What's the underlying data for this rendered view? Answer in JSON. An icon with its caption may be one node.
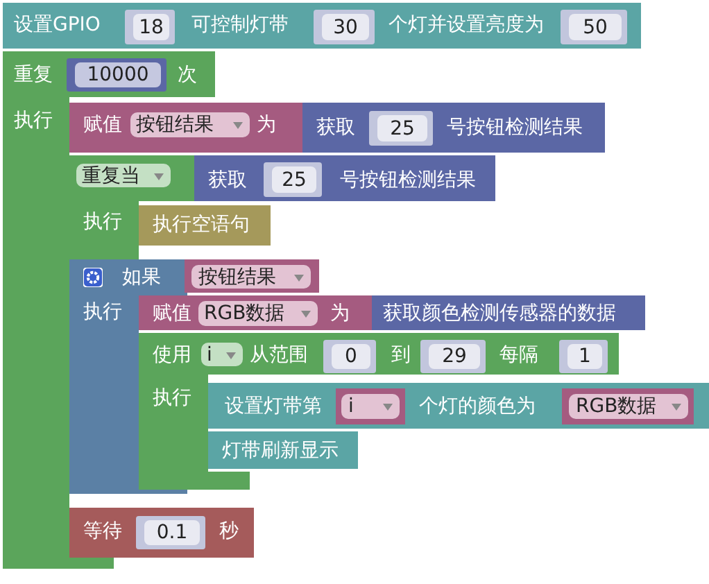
{
  "diagram": {
    "nodes": [
      {
        "text": [
          "设置GPIO",
          "可控制灯带",
          "个灯并设置亮度为"
        ]
      },
      {
        "text": [
          "18"
        ],
        "in": 0
      },
      {
        "text": [
          "30"
        ],
        "in": 0
      },
      {
        "text": [
          "50"
        ],
        "in": 0
      },
      {
        "text": [
          "重复",
          "次",
          "执行"
        ]
      },
      {
        "text": [
          "10000"
        ],
        "in": 4
      },
      {
        "text": [
          "赋值",
          "为"
        ]
      },
      {
        "text": [
          "按钮结果"
        ],
        "in": 6
      },
      {
        "text": [
          "获取",
          "号按钮检测结果"
        ]
      },
      {
        "text": [
          "25"
        ],
        "in": 8
      },
      {
        "text": [
          "执行"
        ],
        "in": 4
      },
      {
        "text": [
          "重复当"
        ],
        "in": 10
      },
      {
        "text": [
          "获取",
          "号按钮检测结果"
        ]
      },
      {
        "text": [
          "25"
        ],
        "in": 12
      },
      {
        "text": [
          "执行空语句"
        ]
      },
      {
        "text": [
          "如果",
          "执行"
        ],
        "in": 4
      },
      {
        "text": [
          "按钮结果"
        ]
      },
      {
        "text": [
          "赋值",
          "为"
        ]
      },
      {
        "text": [
          "RGB数据"
        ],
        "in": 17
      },
      {
        "text": [
          "获取颜色检测传感器的数据"
        ]
      },
      {
        "text": [
          "使用",
          "从范围",
          "到",
          "每隔",
          "执行"
        ]
      },
      {
        "text": [
          "i"
        ],
        "in": 20
      },
      {
        "text": [
          "0"
        ],
        "in": 20
      },
      {
        "text": [
          "29"
        ],
        "in": 20
      },
      {
        "text": [
          "1"
        ],
        "in": 20
      },
      {
        "text": [
          "设置灯带第",
          "个灯的颜色为"
        ]
      },
      {
        "text": [
          "i"
        ],
        "in": 25
      },
      {
        "text": [
          "RGB数据"
        ],
        "in": 25
      },
      {
        "text": [
          "灯带刷新显示"
        ],
        "in": 20
      },
      {
        "text": [
          "等待",
          "秒"
        ]
      },
      {
        "text": [
          "0.1"
        ]
      }
    ]
  }
}
